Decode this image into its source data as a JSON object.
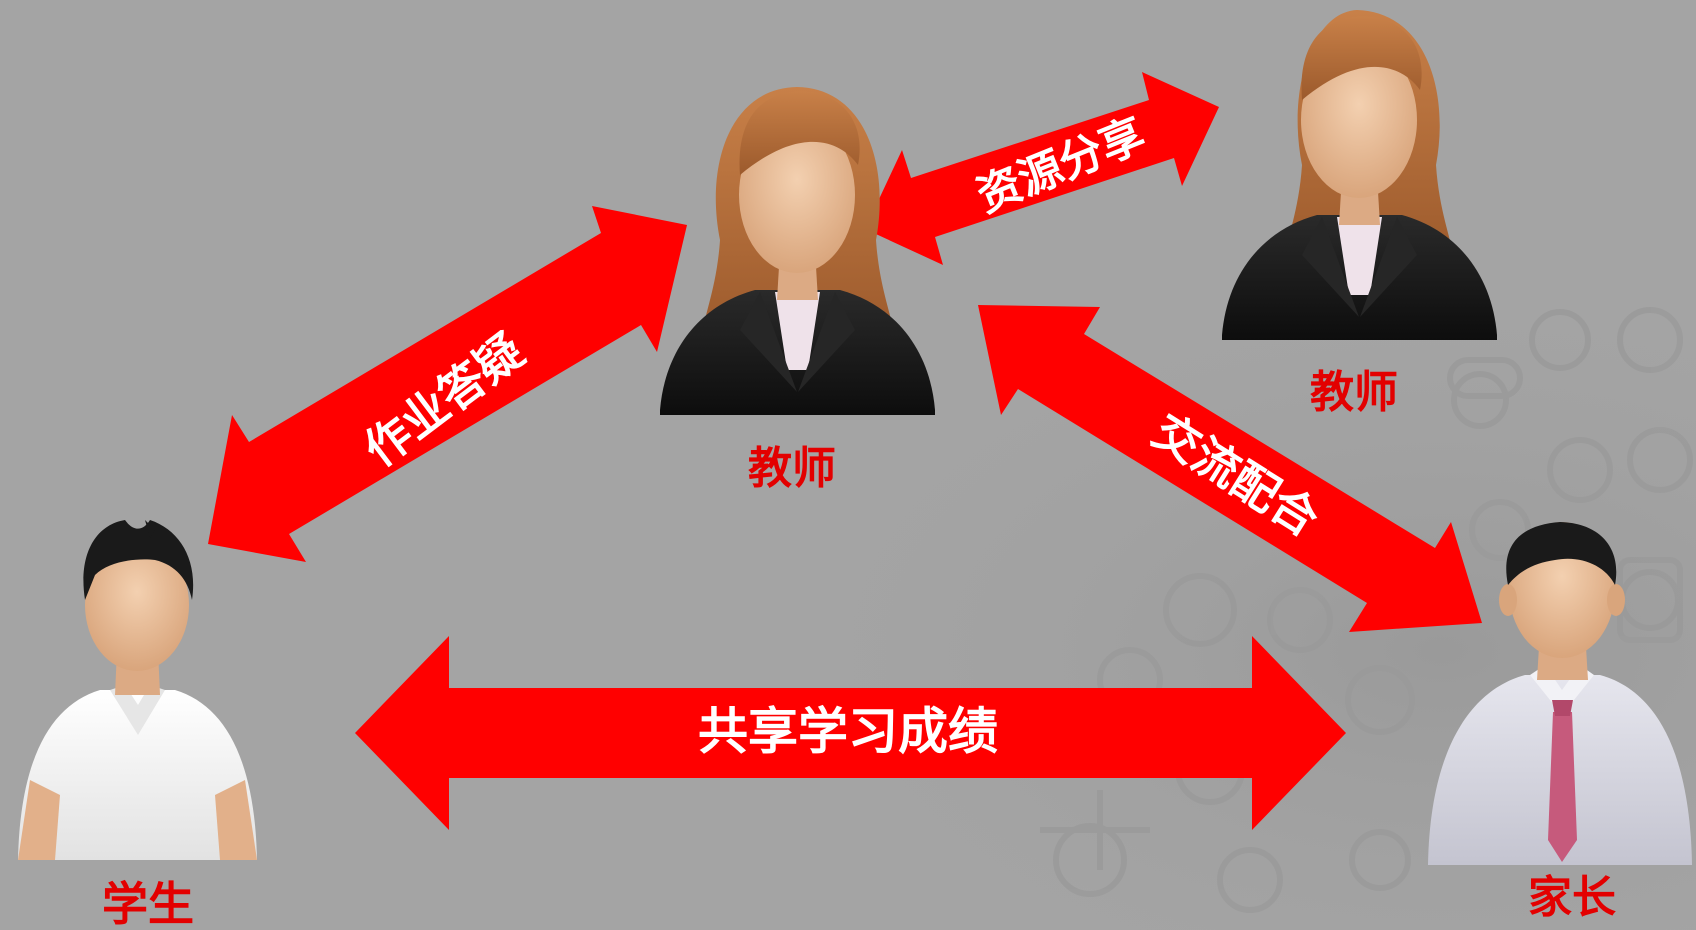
{
  "colors": {
    "background": "#a4a4a4",
    "arrow": "#ff0000",
    "arrow_text": "#ffffff",
    "role_text": "#e30000",
    "teacher_hair": "#b86e3c",
    "skin": "#e8bd98",
    "suit": "#1c1c1c",
    "shirt_white": "#f4f4f4",
    "parent_shirt": "#d9d9e3",
    "tie": "#c65a7c",
    "black_hair": "#1a1a1a"
  },
  "people": {
    "teacher_center": {
      "label": "教师",
      "icon": "female-teacher-avatar"
    },
    "teacher_right": {
      "label": "教师",
      "icon": "female-teacher-avatar"
    },
    "student": {
      "label": "学生",
      "icon": "male-student-avatar"
    },
    "parent": {
      "label": "家长",
      "icon": "male-parent-avatar"
    }
  },
  "arrows": {
    "homework": {
      "label": "作业答疑"
    },
    "resources": {
      "label": "资源分享"
    },
    "communicate": {
      "label": "交流配合"
    },
    "grades": {
      "label": "共享学习成绩"
    }
  }
}
